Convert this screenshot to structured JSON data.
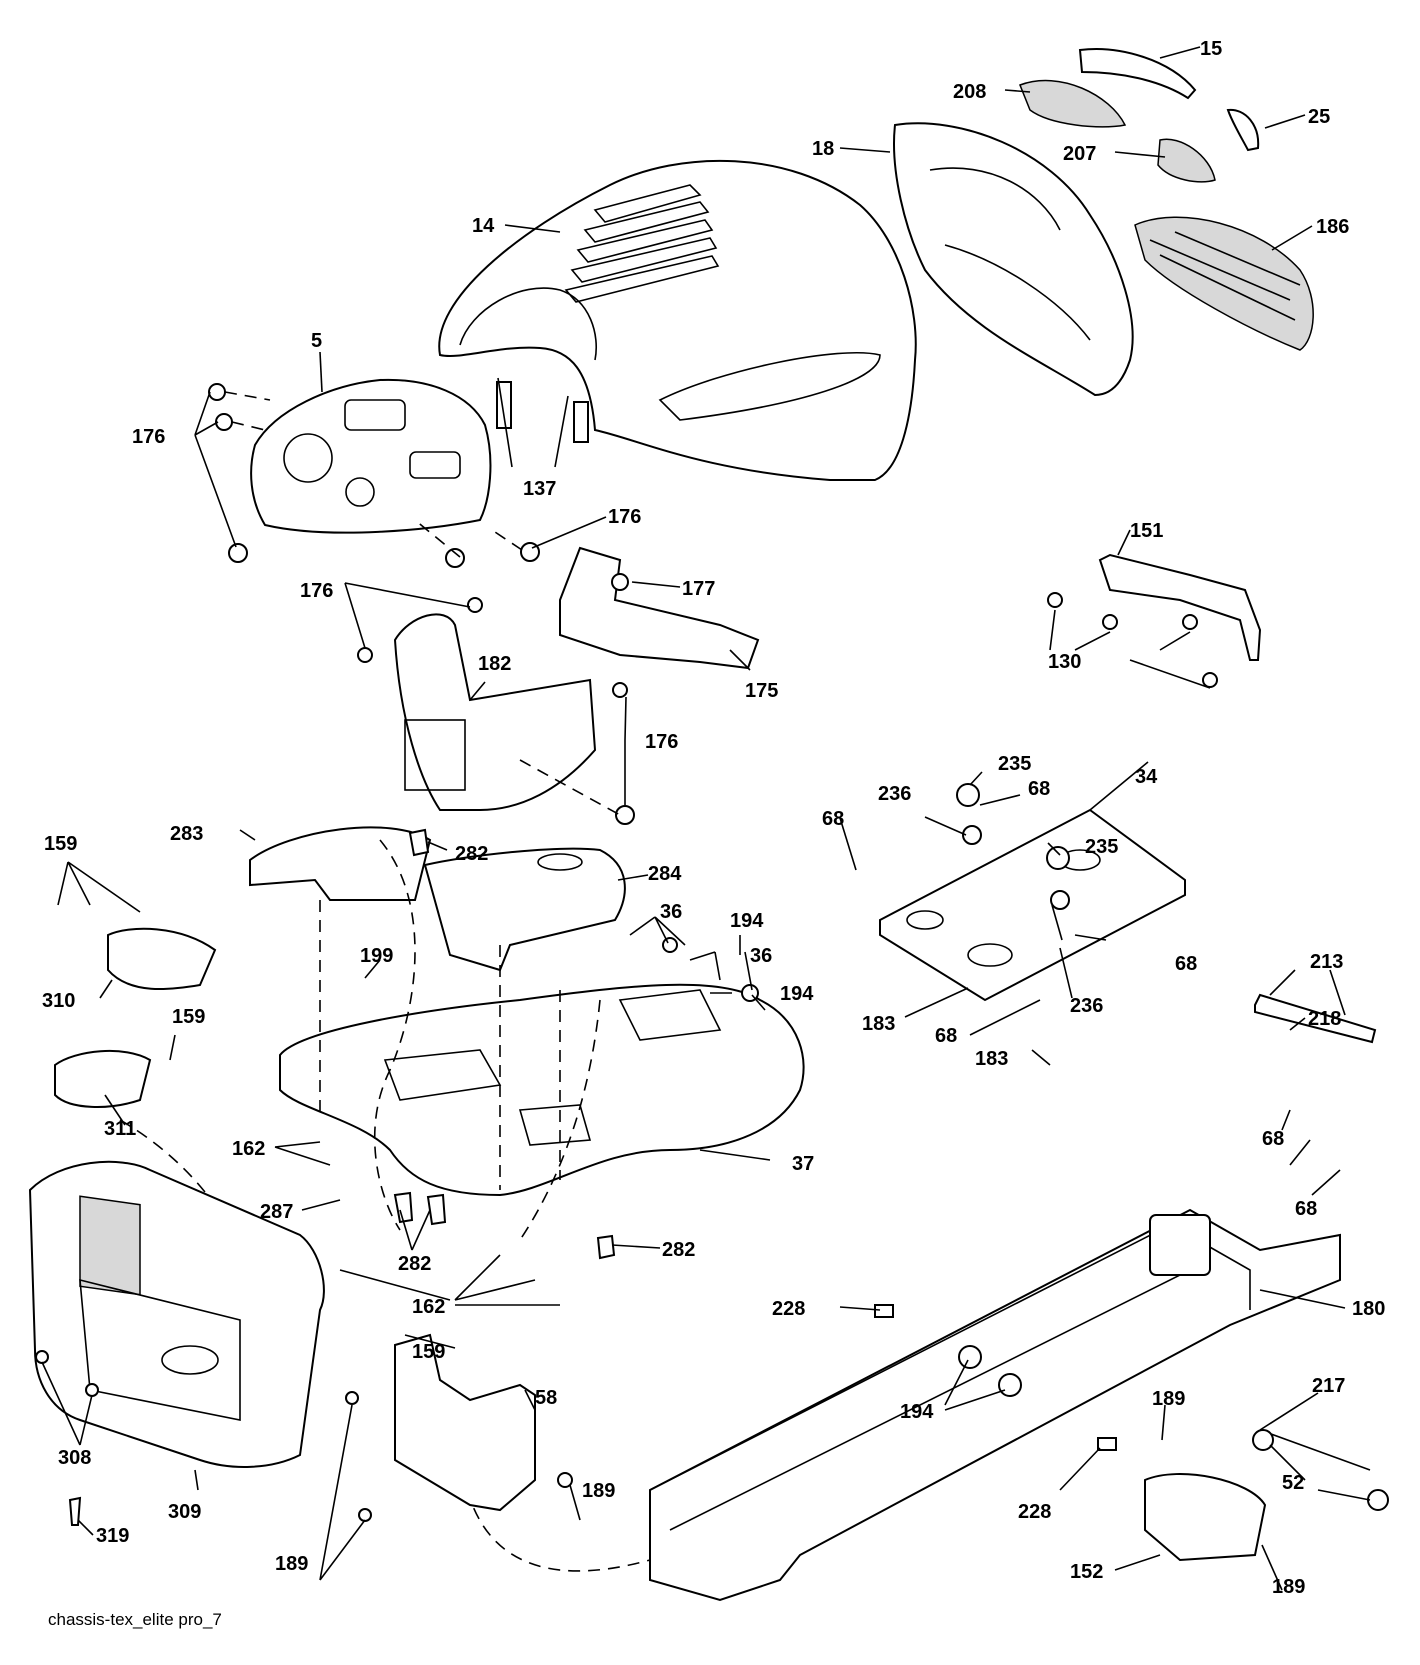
{
  "diagram": {
    "caption": "chassis-tex_elite pro_7",
    "callouts": [
      {
        "id": "c15",
        "text": "15"
      },
      {
        "id": "c208",
        "text": "208"
      },
      {
        "id": "c25",
        "text": "25"
      },
      {
        "id": "c18",
        "text": "18"
      },
      {
        "id": "c207",
        "text": "207"
      },
      {
        "id": "c14",
        "text": "14"
      },
      {
        "id": "c186",
        "text": "186"
      },
      {
        "id": "c5",
        "text": "5"
      },
      {
        "id": "c176a",
        "text": "176"
      },
      {
        "id": "c137",
        "text": "137"
      },
      {
        "id": "c176b",
        "text": "176"
      },
      {
        "id": "c151",
        "text": "151"
      },
      {
        "id": "c176c",
        "text": "176"
      },
      {
        "id": "c177",
        "text": "177"
      },
      {
        "id": "c130",
        "text": "130"
      },
      {
        "id": "c182",
        "text": "182"
      },
      {
        "id": "c175",
        "text": "175"
      },
      {
        "id": "c176d",
        "text": "176"
      },
      {
        "id": "c235a",
        "text": "235"
      },
      {
        "id": "c236a",
        "text": "236"
      },
      {
        "id": "c68a",
        "text": "68"
      },
      {
        "id": "c34",
        "text": "34"
      },
      {
        "id": "c68b",
        "text": "68"
      },
      {
        "id": "c283",
        "text": "283"
      },
      {
        "id": "c282a",
        "text": "282"
      },
      {
        "id": "c235b",
        "text": "235"
      },
      {
        "id": "c159a",
        "text": "159"
      },
      {
        "id": "c284",
        "text": "284"
      },
      {
        "id": "c36a",
        "text": "36"
      },
      {
        "id": "c194a",
        "text": "194"
      },
      {
        "id": "c36b",
        "text": "36"
      },
      {
        "id": "c68c",
        "text": "68"
      },
      {
        "id": "c199",
        "text": "199"
      },
      {
        "id": "c213",
        "text": "213"
      },
      {
        "id": "c310",
        "text": "310"
      },
      {
        "id": "c194b",
        "text": "194"
      },
      {
        "id": "c236b",
        "text": "236"
      },
      {
        "id": "c218",
        "text": "218"
      },
      {
        "id": "c159b",
        "text": "159"
      },
      {
        "id": "c183a",
        "text": "183"
      },
      {
        "id": "c68d",
        "text": "68"
      },
      {
        "id": "c183b",
        "text": "183"
      },
      {
        "id": "c311",
        "text": "311"
      },
      {
        "id": "c68e",
        "text": "68"
      },
      {
        "id": "c162a",
        "text": "162"
      },
      {
        "id": "c37",
        "text": "37"
      },
      {
        "id": "c68f",
        "text": "68"
      },
      {
        "id": "c287",
        "text": "287"
      },
      {
        "id": "c282b",
        "text": "282"
      },
      {
        "id": "c282c",
        "text": "282"
      },
      {
        "id": "c162b",
        "text": "162"
      },
      {
        "id": "c228a",
        "text": "228"
      },
      {
        "id": "c180",
        "text": "180"
      },
      {
        "id": "c159c",
        "text": "159"
      },
      {
        "id": "c58",
        "text": "58"
      },
      {
        "id": "c217",
        "text": "217"
      },
      {
        "id": "c189a",
        "text": "189"
      },
      {
        "id": "c194c",
        "text": "194"
      },
      {
        "id": "c308",
        "text": "308"
      },
      {
        "id": "c52",
        "text": "52"
      },
      {
        "id": "c189b",
        "text": "189"
      },
      {
        "id": "c228b",
        "text": "228"
      },
      {
        "id": "c309",
        "text": "309"
      },
      {
        "id": "c319",
        "text": "319"
      },
      {
        "id": "c189c",
        "text": "189"
      },
      {
        "id": "c152",
        "text": "152"
      },
      {
        "id": "c189d",
        "text": "189"
      }
    ]
  }
}
